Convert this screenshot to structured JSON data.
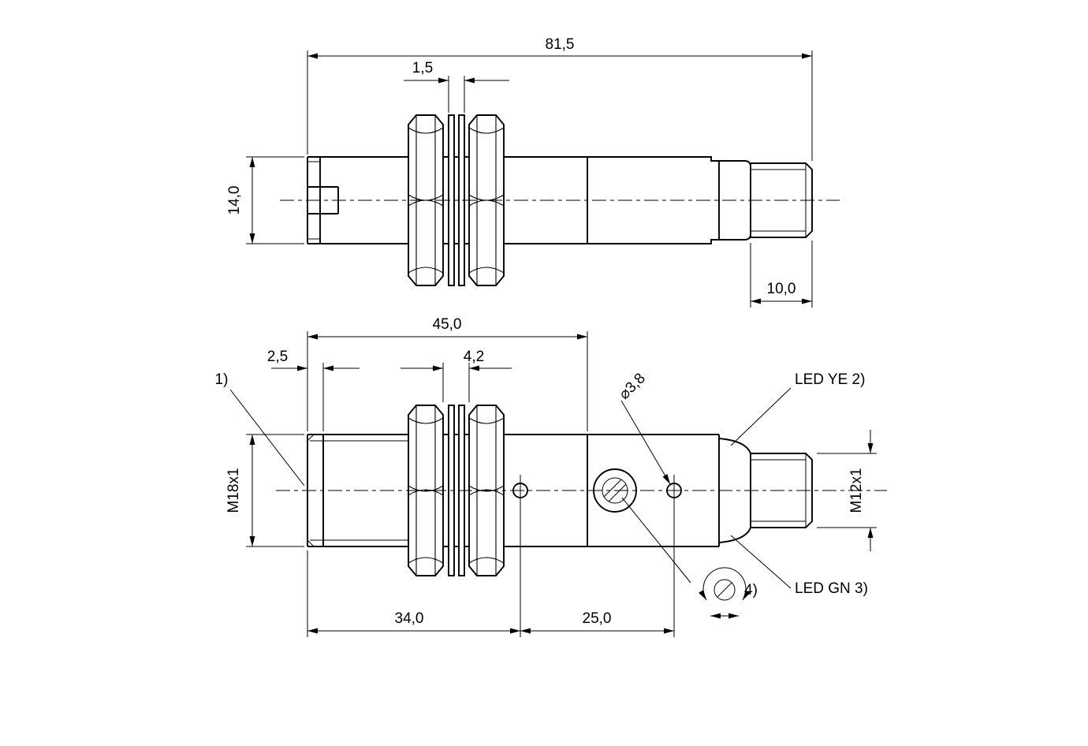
{
  "page": {
    "background": "#ffffff",
    "line_color": "#000000"
  },
  "top_view": {
    "dims": {
      "overall_length": "81,5",
      "spacer_width": "1,5",
      "head_height": "14,0",
      "connector_length": "10,0"
    }
  },
  "bottom_view": {
    "dims": {
      "thread_length": "45,0",
      "front_offset": "2,5",
      "groove_width": "4,2",
      "hole_diameter": "⌀3,8",
      "hole1_position": "34,0",
      "hole2_position": "25,0"
    },
    "labels": {
      "thread_spec": "M18x1",
      "connector_thread": "M12x1",
      "note_1": "1)",
      "note_4": "4)",
      "led_yellow": "LED YE 2)",
      "led_green": "LED GN 3)"
    },
    "icons": {
      "rotation": "rotary-adjustment-arrow",
      "screw_slot": "screwdriver-slot",
      "double_arrow": "left-right-arrow"
    }
  }
}
